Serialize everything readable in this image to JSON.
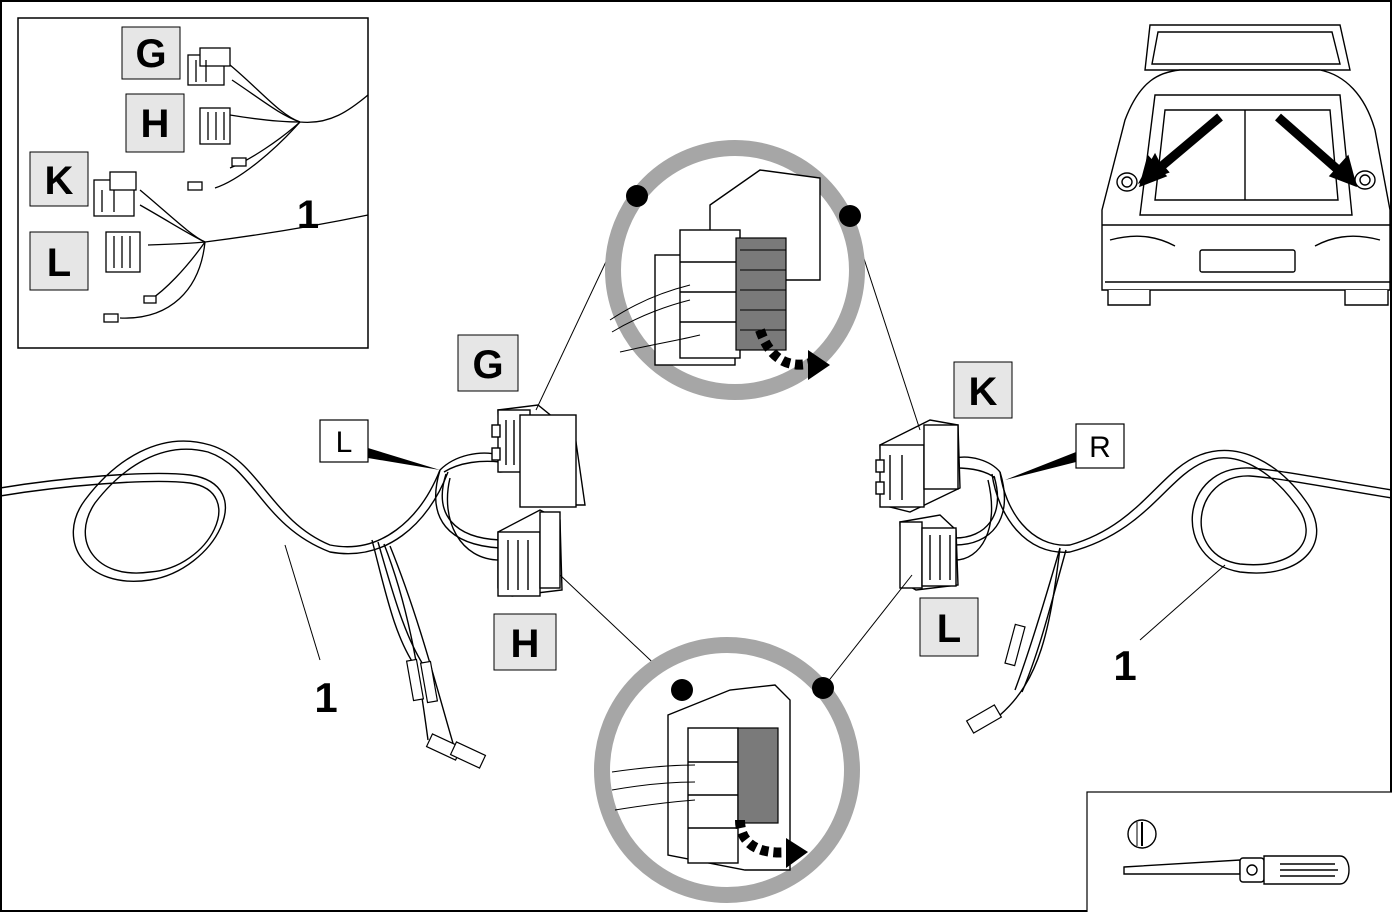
{
  "inset": {
    "connector_labels": [
      "G",
      "H",
      "K",
      "L"
    ],
    "harness_number": "1"
  },
  "main": {
    "connector_left_top": "G",
    "connector_left_bottom": "H",
    "connector_right_top": "K",
    "connector_right_bottom": "L",
    "side_left": "L",
    "side_right": "R",
    "harness_number_left": "1",
    "harness_number_right": "1"
  },
  "callouts": {
    "count": 2,
    "release_direction": "outward-arrow"
  },
  "tool": {
    "name": "screwdriver-icon",
    "tip": "flat-blade-icon"
  },
  "car_view": {
    "name": "car-rear-view-icon",
    "arrows": 2
  },
  "colors": {
    "line": "#000000",
    "label_bg": "#e6e6e6",
    "callout_ring": "#a6a6a6",
    "latch": "#7a7a7a"
  }
}
